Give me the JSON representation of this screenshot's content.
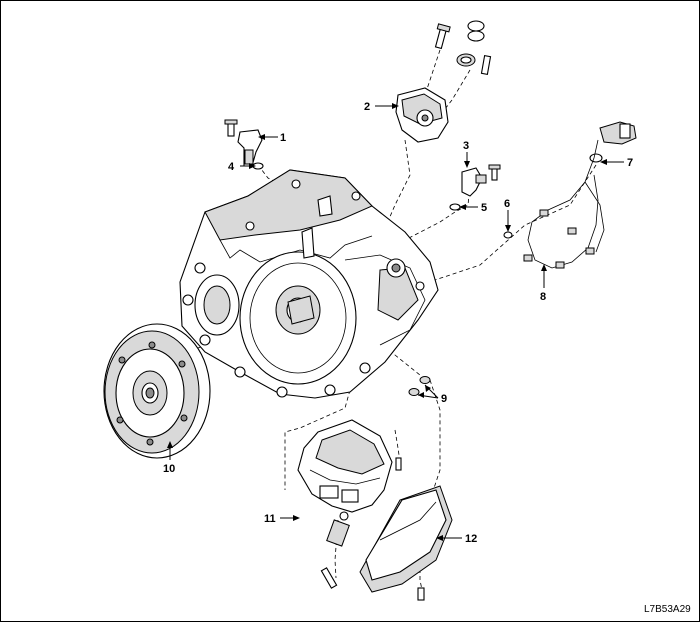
{
  "diagram": {
    "drawing_code": "L7B53A29",
    "callouts": [
      {
        "id": "1",
        "label": "1"
      },
      {
        "id": "2",
        "label": "2"
      },
      {
        "id": "3",
        "label": "3"
      },
      {
        "id": "4",
        "label": "4"
      },
      {
        "id": "5",
        "label": "5"
      },
      {
        "id": "6",
        "label": "6"
      },
      {
        "id": "7",
        "label": "7"
      },
      {
        "id": "8",
        "label": "8"
      },
      {
        "id": "9",
        "label": "9"
      },
      {
        "id": "10",
        "label": "10"
      },
      {
        "id": "11",
        "label": "11"
      },
      {
        "id": "12",
        "label": "12"
      }
    ]
  }
}
